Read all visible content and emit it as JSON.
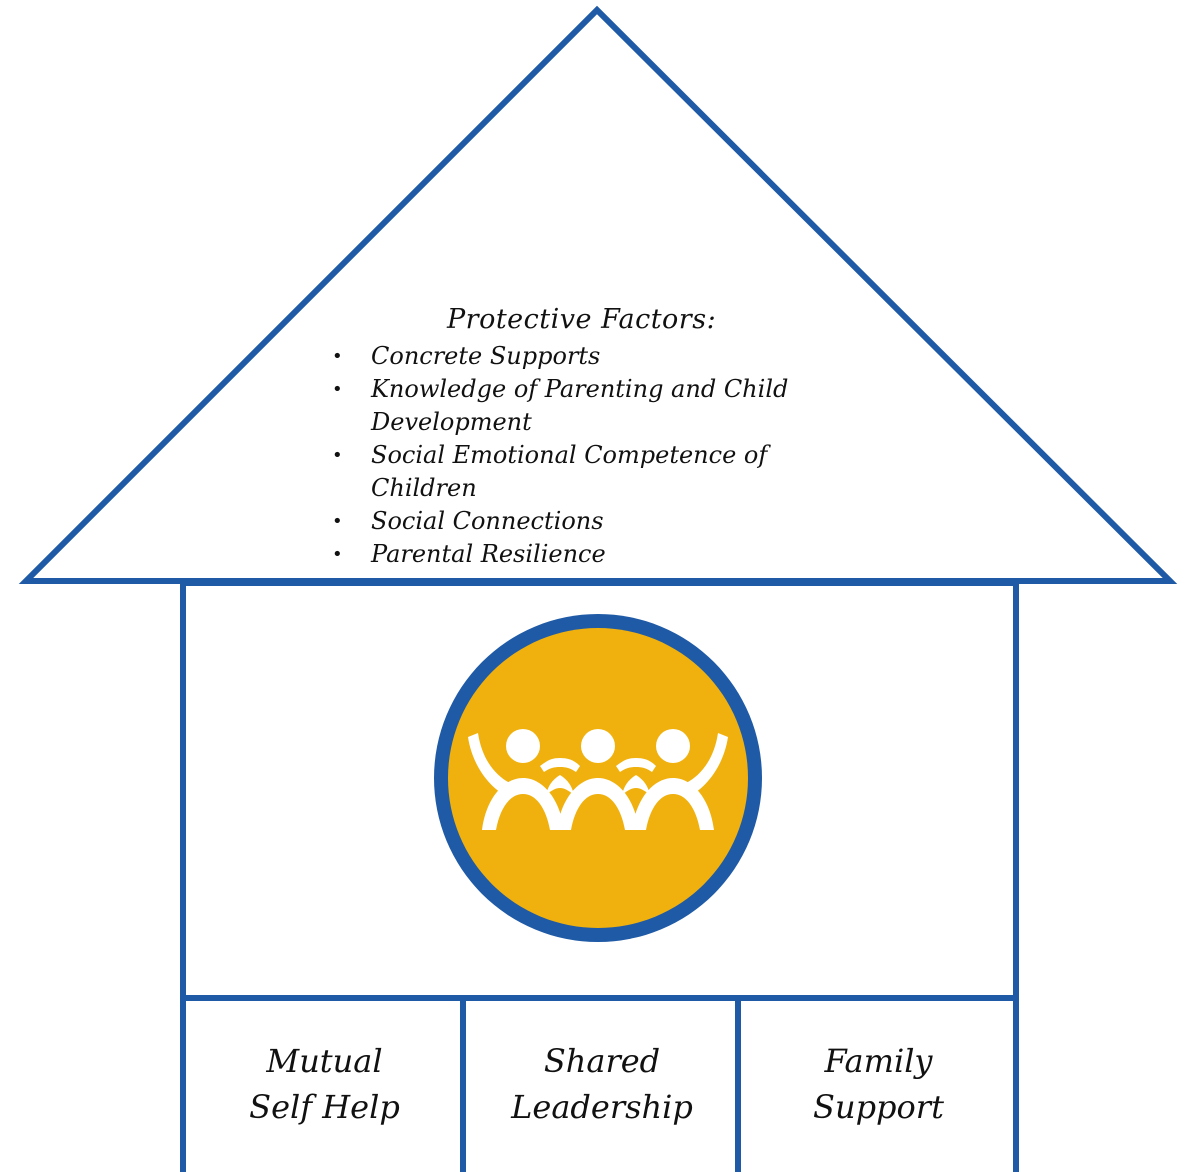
{
  "colors": {
    "outline": "#1f5aa6",
    "logo_fill": "#f0b10e",
    "logo_ring": "#1f5aa6",
    "logo_figures": "#ffffff",
    "text": "#111111"
  },
  "roof": {
    "title": "Protective Factors:",
    "factors": [
      {
        "label": "Concrete Supports"
      },
      {
        "label": "Knowledge of Parenting and Child Development"
      },
      {
        "label": "Social Emotional Competence of Children"
      },
      {
        "label": "Social Connections"
      },
      {
        "label": "Parental Resilience"
      }
    ]
  },
  "body": {
    "logo_icon": "three-people-joined-hands-icon"
  },
  "foundation": {
    "blocks": [
      {
        "label": "Mutual\nSelf Help"
      },
      {
        "label": "Shared\nLeadership"
      },
      {
        "label": "Family\nSupport"
      }
    ]
  }
}
